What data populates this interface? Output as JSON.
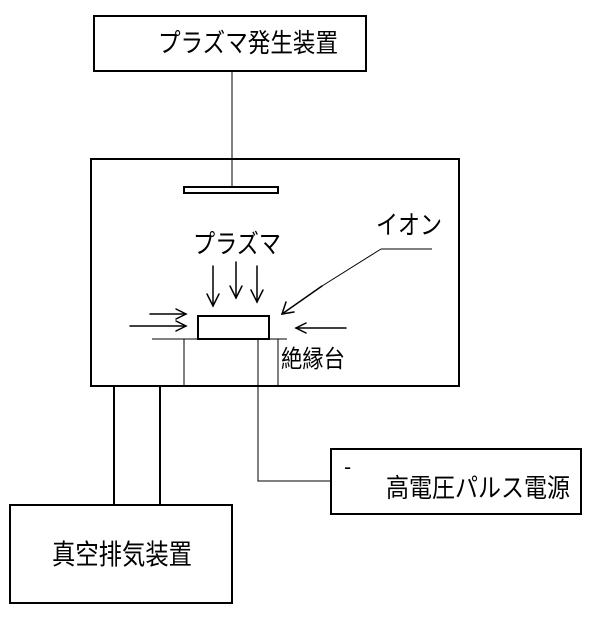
{
  "labels": {
    "plasma_generator": "プラズマ発生装置",
    "plasma": "プラズマ",
    "ion": "イオン",
    "insulator_stand": "絶縁台",
    "minus_sign": "-",
    "hv_pulse_source": "高電圧パルス電源",
    "vacuum_exhaust": "真空排気装置"
  },
  "colors": {
    "line": "#000000",
    "background": "#ffffff"
  }
}
